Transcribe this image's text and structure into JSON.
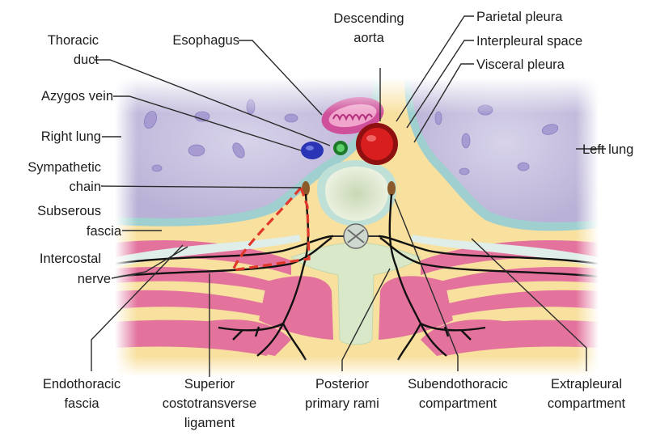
{
  "labels": {
    "thoracic_duct_1": "Thoracic",
    "thoracic_duct_2": "duct",
    "esophagus": "Esophagus",
    "desc_aorta_1": "Descending",
    "desc_aorta_2": "aorta",
    "parietal_pleura": "Parietal pleura",
    "interpleural_space": "Interpleural space",
    "visceral_pleura": "Visceral pleura",
    "azygos_vein": "Azygos vein",
    "right_lung": "Right lung",
    "left_lung": "Left lung",
    "sympathetic_chain_1": "Sympathetic",
    "sympathetic_chain_2": "chain",
    "subserous_fascia_1": "Subserous",
    "subserous_fascia_2": "fascia",
    "intercostal_nerve_1": "Intercostal",
    "intercostal_nerve_2": "nerve",
    "endothoracic_fascia_1": "Endothoracic",
    "endothoracic_fascia_2": "fascia",
    "sup_costotransverse_1": "Superior",
    "sup_costotransverse_2": "costotransverse",
    "sup_costotransverse_3": "ligament",
    "posterior_rami_1": "Posterior",
    "posterior_rami_2": "primary rami",
    "subendothoracic_1": "Subendothoracic",
    "subendothoracic_2": "compartment",
    "extrapleural_1": "Extrapleural",
    "extrapleural_2": "compartment"
  },
  "colors": {
    "lung": "#c9c3e0",
    "pleura": "#9fcfcf",
    "fat": "#f8e09e",
    "muscle": "#e3739d",
    "bone": "#dfe8cf",
    "aorta": "#d81e1e",
    "azygos": "#2a35b5",
    "duct": "#2e9e3a",
    "esophagus": "#cf4f9a",
    "ligament_outline": "#e0382a"
  }
}
